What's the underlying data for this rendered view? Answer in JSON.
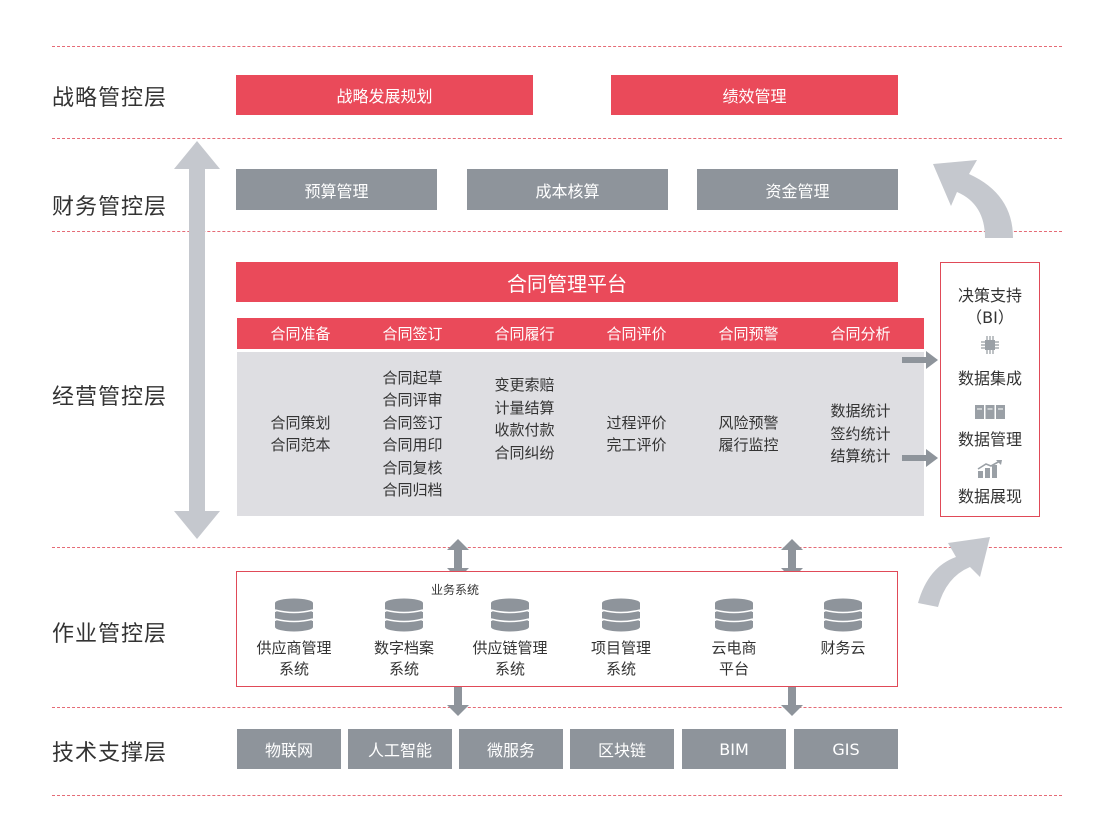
{
  "layers": {
    "strategy": "战略管控层",
    "finance": "财务管控层",
    "operation": "经营管控层",
    "task": "作业管控层",
    "tech": "技术支撑层"
  },
  "strategy_boxes": [
    "战略发展规划",
    "绩效管理"
  ],
  "finance_boxes": [
    "预算管理",
    "成本核算",
    "资金管理"
  ],
  "platform_title": "合同管理平台",
  "columns": [
    {
      "head": "合同准备",
      "items": [
        "合同策划",
        "合同范本"
      ]
    },
    {
      "head": "合同签订",
      "items": [
        "合同起草",
        "合同评审",
        "合同签订",
        "合同用印",
        "合同复核",
        "合同归档"
      ]
    },
    {
      "head": "合同履行",
      "items": [
        "变更索赔",
        "计量结算",
        "收款付款",
        "合同纠纷"
      ]
    },
    {
      "head": "合同评价",
      "items": [
        "过程评价",
        "完工评价"
      ]
    },
    {
      "head": "合同预警",
      "items": [
        "风险预警",
        "履行监控"
      ]
    },
    {
      "head": "合同分析",
      "items": [
        "数据统计",
        "签约统计",
        "结算统计"
      ]
    }
  ],
  "bi": {
    "title_line1": "决策支持",
    "title_line2": "（BI）",
    "items": [
      {
        "icon": "chip-icon",
        "label": "数据集成"
      },
      {
        "icon": "book-icon",
        "label": "数据管理"
      },
      {
        "icon": "growth-chart-icon",
        "label": "数据展现"
      }
    ]
  },
  "business_system_label": "业务系统",
  "systems": [
    {
      "line1": "供应商管理",
      "line2": "系统"
    },
    {
      "line1": "数字档案",
      "line2": "系统"
    },
    {
      "line1": "供应链管理",
      "line2": "系统"
    },
    {
      "line1": "项目管理",
      "line2": "系统"
    },
    {
      "line1": "云电商",
      "line2": "平台"
    },
    {
      "line1": "财务云",
      "line2": ""
    }
  ],
  "tech_boxes": [
    "物联网",
    "人工智能",
    "微服务",
    "区块链",
    "BIM",
    "GIS"
  ],
  "colors": {
    "accent_red": "#ea4a5a",
    "gray_box": "#8e949b",
    "light_gray": "#dedee2",
    "arrow_gray": "#c5c8ce"
  }
}
